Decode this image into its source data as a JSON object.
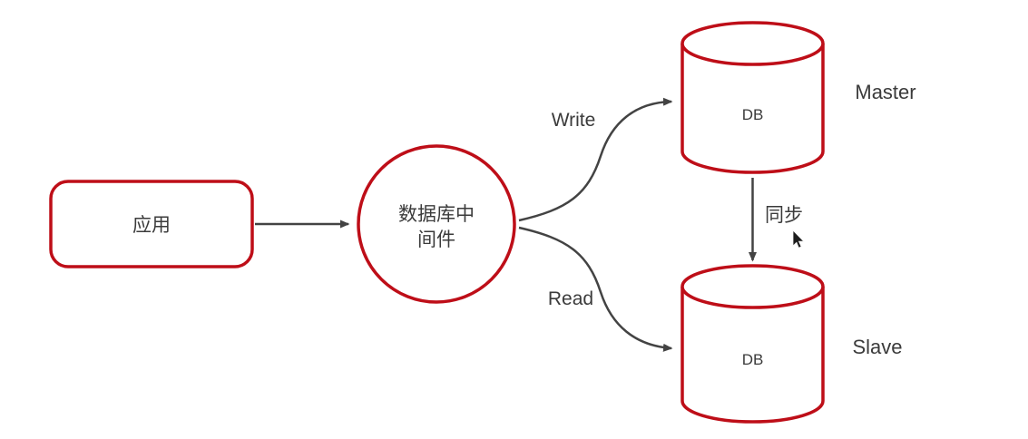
{
  "diagram": {
    "nodes": {
      "app": {
        "label": "应用"
      },
      "middleware": {
        "label": "数据库中间件",
        "label_line1": "数据库中",
        "label_line2": "间件"
      },
      "master": {
        "db_label": "DB",
        "role_label": "Master"
      },
      "slave": {
        "db_label": "DB",
        "role_label": "Slave"
      }
    },
    "edges": {
      "app_to_middleware": {
        "label": ""
      },
      "write": {
        "label": "Write"
      },
      "read": {
        "label": "Read"
      },
      "sync": {
        "label": "同步"
      }
    },
    "colors": {
      "shape_stroke": "#be0e18",
      "connector": "#434343",
      "text": "#3b3b3b",
      "background": "#ffffff"
    }
  }
}
